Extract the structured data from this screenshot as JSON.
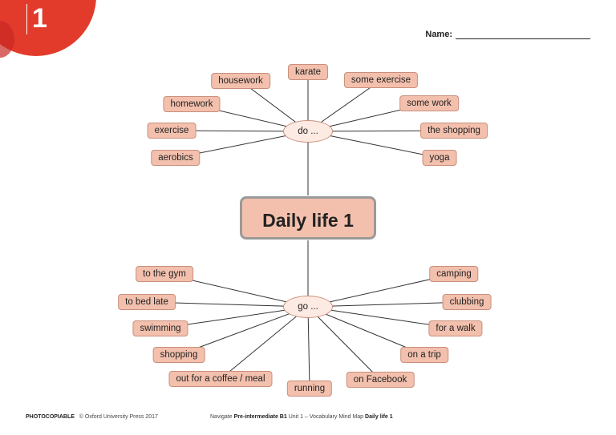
{
  "header": {
    "unit_number": "1",
    "name_label": "Name:"
  },
  "central_topic": "Daily life 1",
  "do_branch": {
    "hub_label": "do ...",
    "items": [
      "karate",
      "housework",
      "some exercise",
      "homework",
      "some work",
      "exercise",
      "the shopping",
      "aerobics",
      "yoga"
    ]
  },
  "go_branch": {
    "hub_label": "go ...",
    "items": [
      "to the gym",
      "camping",
      "to bed late",
      "clubbing",
      "swimming",
      "for a walk",
      "shopping",
      "on a trip",
      "out for a coffee / meal",
      "on Facebook",
      "running"
    ]
  },
  "footer": {
    "photocopiable": "PHOTOCOPIABLE",
    "copyright": "© Oxford University Press 2017",
    "course_prefix": "Navigate",
    "course_level": "Pre-intermediate B1",
    "unit_text": "Unit 1 – Vocabulary Mind Map",
    "topic": "Daily life 1"
  }
}
